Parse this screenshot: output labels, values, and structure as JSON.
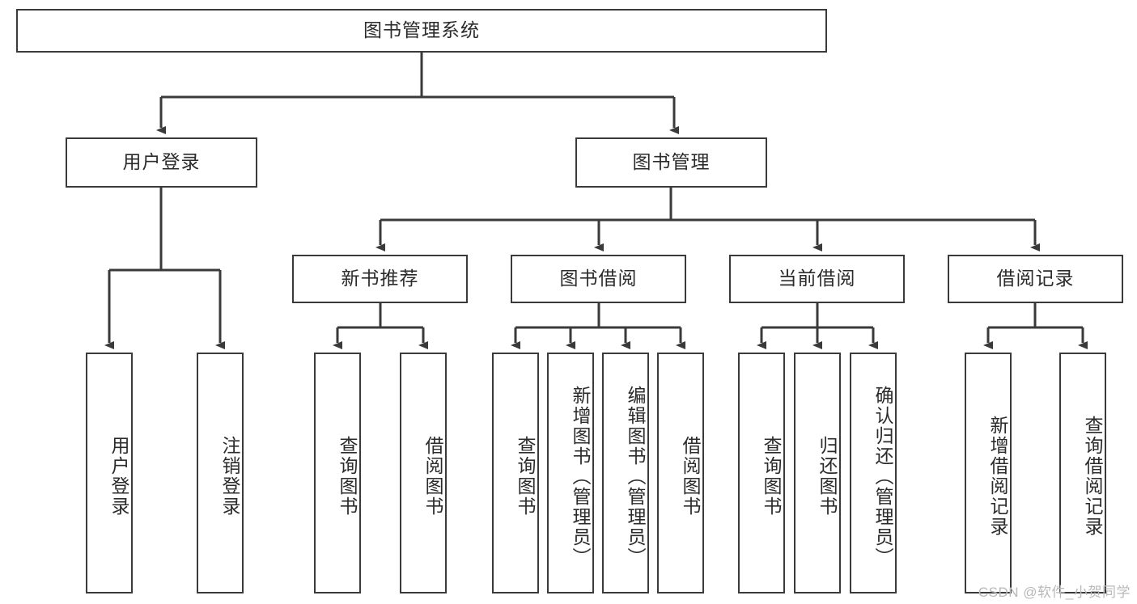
{
  "diagram": {
    "title": "图书管理系统",
    "type": "hierarchy-tree",
    "root": {
      "id": "root",
      "label": "图书管理系统"
    },
    "level2": [
      {
        "id": "user-login",
        "label": "用户登录"
      },
      {
        "id": "book-manage",
        "label": "图书管理"
      }
    ],
    "level3": [
      {
        "id": "new-book-rec",
        "label": "新书推荐",
        "parent": "book-manage"
      },
      {
        "id": "book-borrow",
        "label": "图书借阅",
        "parent": "book-manage"
      },
      {
        "id": "current-borrow",
        "label": "当前借阅",
        "parent": "book-manage"
      },
      {
        "id": "borrow-record",
        "label": "借阅记录",
        "parent": "book-manage"
      }
    ],
    "leaves": [
      {
        "id": "leaf-user-login",
        "label": "用户登录",
        "parent": "user-login"
      },
      {
        "id": "leaf-logout",
        "label": "注销登录",
        "parent": "user-login"
      },
      {
        "id": "leaf-query-book-1",
        "label": "查询图书",
        "parent": "new-book-rec"
      },
      {
        "id": "leaf-borrow-book-1",
        "label": "借阅图书",
        "parent": "new-book-rec"
      },
      {
        "id": "leaf-query-book-2",
        "label": "查询图书",
        "parent": "book-borrow"
      },
      {
        "id": "leaf-add-book",
        "label": "新增图书（管理员）",
        "parent": "book-borrow"
      },
      {
        "id": "leaf-edit-book",
        "label": "编辑图书（管理员）",
        "parent": "book-borrow"
      },
      {
        "id": "leaf-borrow-book-2",
        "label": "借阅图书",
        "parent": "book-borrow"
      },
      {
        "id": "leaf-query-book-3",
        "label": "查询图书",
        "parent": "current-borrow"
      },
      {
        "id": "leaf-return-book",
        "label": "归还图书",
        "parent": "current-borrow"
      },
      {
        "id": "leaf-confirm-return",
        "label": "确认归还（管理员）",
        "parent": "current-borrow"
      },
      {
        "id": "leaf-add-record",
        "label": "新增借阅记录",
        "parent": "borrow-record"
      },
      {
        "id": "leaf-query-record",
        "label": "查询借阅记录",
        "parent": "borrow-record"
      }
    ],
    "watermark": "CSDN @软件_小贺同学",
    "colors": {
      "stroke": "#3a3a3a",
      "text": "#2b2b2b",
      "background": "#ffffff",
      "watermark": "#b9b9b9"
    }
  }
}
